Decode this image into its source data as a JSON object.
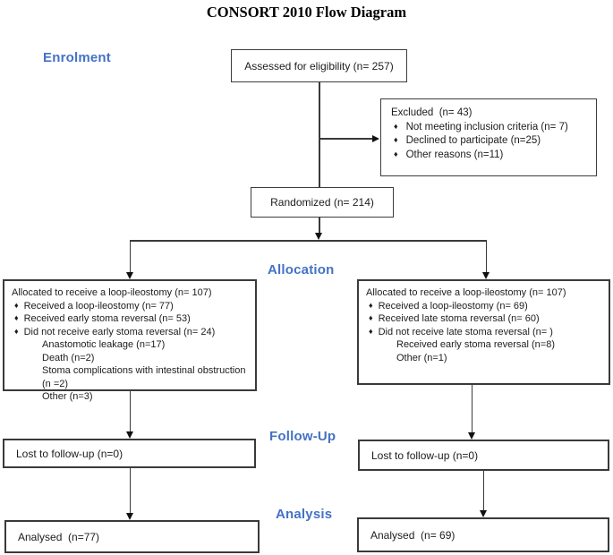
{
  "title": "CONSORT 2010 Flow Diagram",
  "accent_color": "#4472C4",
  "bullet": "♦",
  "stages": {
    "enrolment": "Enrolment",
    "allocation": "Allocation",
    "followup": "Follow-Up",
    "analysis": "Analysis"
  },
  "boxes": {
    "assessed": {
      "text": "Assessed for eligibility (n= 257)"
    },
    "excluded": {
      "title": "Excluded  (n= 43)",
      "items": [
        "Not meeting inclusion criteria (n= 7)",
        "Declined to participate (n=25)",
        "Other reasons (n=11)"
      ]
    },
    "randomized": {
      "text": "Randomized (n= 214)"
    },
    "alloc_left": {
      "title": "Allocated to receive a loop-ileostomy (n= 107)",
      "items": [
        "Received a loop-ileostomy (n= 77)",
        "Received early stoma reversal (n= 53)",
        "Did not receive early stoma reversal (n= 24)"
      ],
      "subitems": [
        "Anastomotic leakage (n=17)",
        "Death (n=2)",
        "Stoma complications with intestinal obstruction (n =2)",
        "Other (n=3)"
      ]
    },
    "alloc_right": {
      "title": "Allocated to receive a loop-ileostomy (n= 107)",
      "items": [
        "Received a loop-ileostomy (n= 69)",
        "Received late stoma reversal (n= 60)",
        "Did not receive late stoma reversal (n= )"
      ],
      "subitems": [
        "Received early stoma reversal (n=8)",
        "Other (n=1)"
      ]
    },
    "lost_left": {
      "text": "Lost to follow-up (n=0)"
    },
    "lost_right": {
      "text": "Lost to follow-up (n=0)"
    },
    "analysed_left": {
      "text": "Analysed  (n=77)"
    },
    "analysed_right": {
      "text": "Analysed  (n= 69)"
    }
  }
}
